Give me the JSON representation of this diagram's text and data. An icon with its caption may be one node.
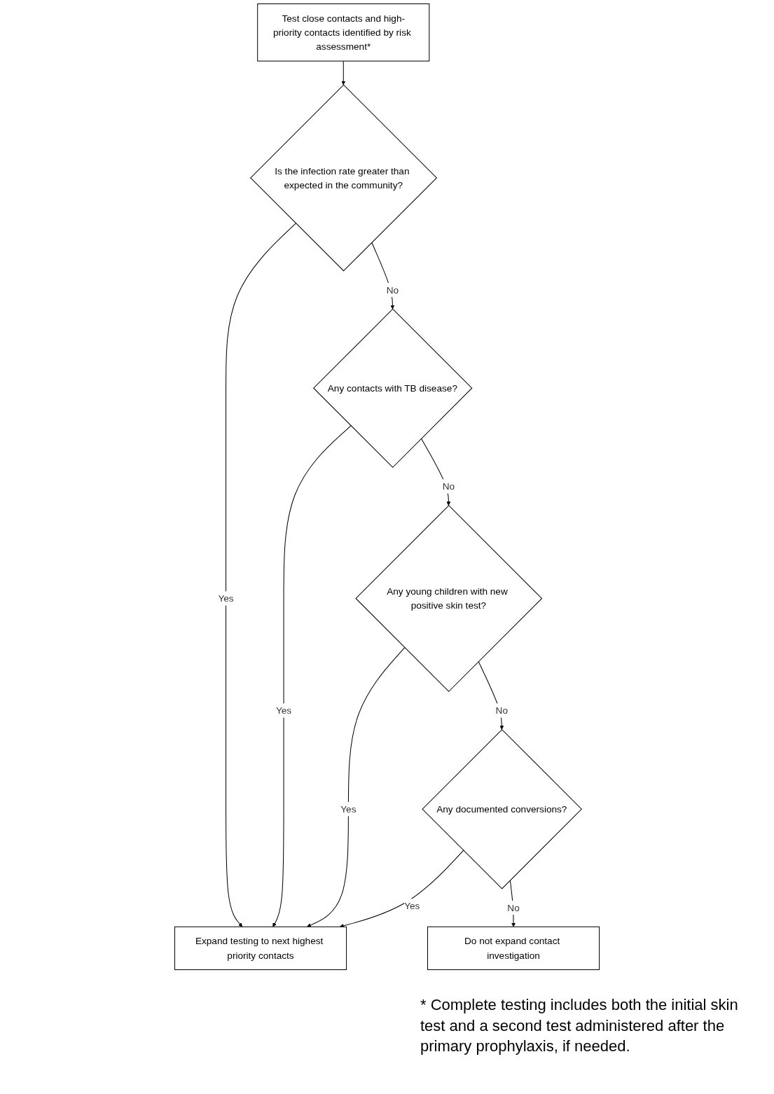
{
  "diagram": {
    "nodes": [
      {
        "text": [
          "Test close contacts and high-priority contacts identified by risk assessment*"
        ]
      },
      {
        "text": [
          "Is the infection rate greater than expected in the community?"
        ]
      },
      {
        "text": [
          "Any contacts with TB disease?"
        ]
      },
      {
        "text": [
          "Expand testing to next highest priority contacts"
        ]
      },
      {
        "text": [
          "Any young children with new positive skin test?"
        ]
      },
      {
        "text": [
          "Any documented conversions?"
        ]
      },
      {
        "text": [
          "Do not expand contact investigation"
        ]
      }
    ],
    "edges": [
      {
        "from": 0,
        "to": 1,
        "arrow": "to"
      },
      {
        "from": 1,
        "to": 2,
        "label": "No",
        "arrow": "to"
      },
      {
        "from": 1,
        "to": 3,
        "label": "Yes",
        "arrow": "to"
      },
      {
        "from": 2,
        "to": 3,
        "label": "Yes",
        "arrow": "to"
      },
      {
        "from": 2,
        "to": 4,
        "label": "No",
        "arrow": "to"
      },
      {
        "from": 4,
        "to": 3,
        "label": "Yes",
        "arrow": "to"
      },
      {
        "from": 4,
        "to": 5,
        "label": "No",
        "arrow": "to"
      },
      {
        "from": 5,
        "to": 3,
        "label": "Yes",
        "arrow": "to"
      },
      {
        "from": 5,
        "to": 6,
        "label": "No",
        "arrow": "to"
      }
    ],
    "labels": [
      "* Complete testing includes both the initial skin test and a second test administered after the primary prophylaxis, if needed."
    ]
  }
}
